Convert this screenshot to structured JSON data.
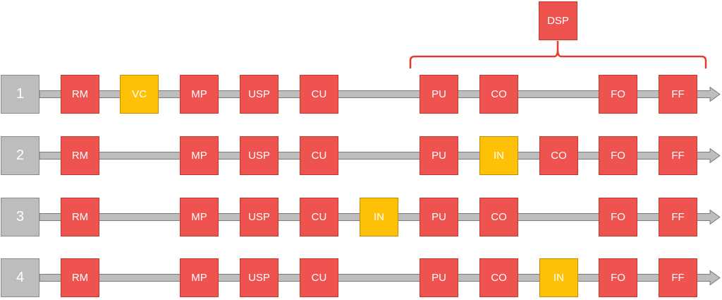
{
  "colors": {
    "red_fill": "#EF5350",
    "red_border": "#C0392B",
    "yellow_fill": "#FFC107",
    "yellow_border": "#C98A00",
    "gray_fill": "#BDBDBD",
    "gray_border": "#8A8A8A",
    "arrow_fill": "#BDBDBD",
    "arrow_border": "#7A7A7A",
    "bracket": "#E53935"
  },
  "group": {
    "label": "DSP"
  },
  "rows": [
    {
      "number": "1",
      "stages": [
        {
          "label": "RM",
          "kind": "red"
        },
        {
          "label": "VC",
          "kind": "yellow"
        },
        {
          "label": "MP",
          "kind": "red"
        },
        {
          "label": "USP",
          "kind": "red"
        },
        {
          "label": "CU",
          "kind": "red"
        },
        {
          "label": "PU",
          "kind": "red"
        },
        {
          "label": "CO",
          "kind": "red"
        },
        {
          "label": "FO",
          "kind": "red"
        },
        {
          "label": "FF",
          "kind": "red"
        }
      ]
    },
    {
      "number": "2",
      "stages": [
        {
          "label": "RM",
          "kind": "red"
        },
        {
          "label": "MP",
          "kind": "red"
        },
        {
          "label": "USP",
          "kind": "red"
        },
        {
          "label": "CU",
          "kind": "red"
        },
        {
          "label": "PU",
          "kind": "red"
        },
        {
          "label": "IN",
          "kind": "yellow"
        },
        {
          "label": "CO",
          "kind": "red"
        },
        {
          "label": "FO",
          "kind": "red"
        },
        {
          "label": "FF",
          "kind": "red"
        }
      ]
    },
    {
      "number": "3",
      "stages": [
        {
          "label": "RM",
          "kind": "red"
        },
        {
          "label": "MP",
          "kind": "red"
        },
        {
          "label": "USP",
          "kind": "red"
        },
        {
          "label": "CU",
          "kind": "red"
        },
        {
          "label": "IN",
          "kind": "yellow"
        },
        {
          "label": "PU",
          "kind": "red"
        },
        {
          "label": "CO",
          "kind": "red"
        },
        {
          "label": "FO",
          "kind": "red"
        },
        {
          "label": "FF",
          "kind": "red"
        }
      ]
    },
    {
      "number": "4",
      "stages": [
        {
          "label": "RM",
          "kind": "red"
        },
        {
          "label": "MP",
          "kind": "red"
        },
        {
          "label": "USP",
          "kind": "red"
        },
        {
          "label": "CU",
          "kind": "red"
        },
        {
          "label": "PU",
          "kind": "red"
        },
        {
          "label": "CO",
          "kind": "red"
        },
        {
          "label": "IN",
          "kind": "yellow"
        },
        {
          "label": "FO",
          "kind": "red"
        },
        {
          "label": "FF",
          "kind": "red"
        }
      ]
    }
  ]
}
